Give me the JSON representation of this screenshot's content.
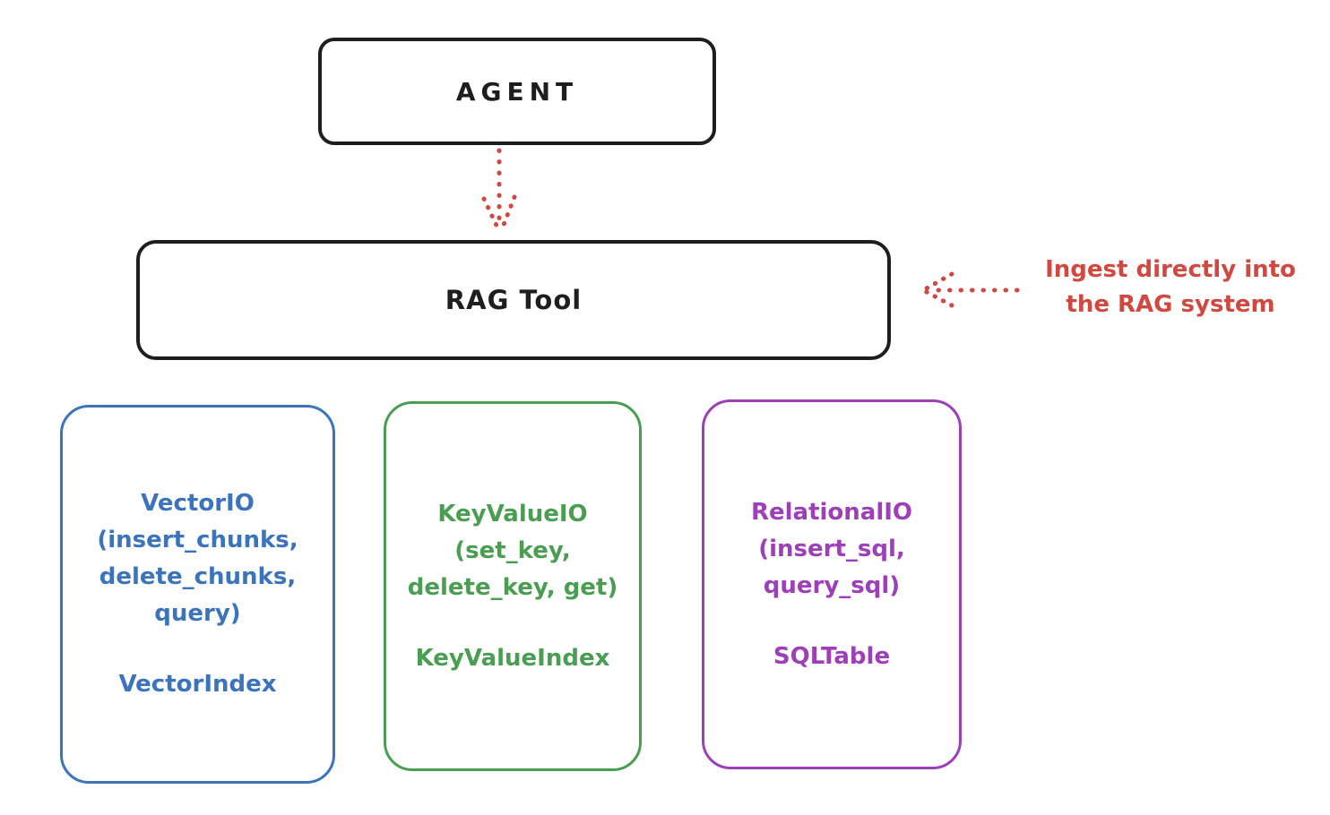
{
  "diagram": {
    "agent": {
      "label": "AGENT"
    },
    "rag_tool": {
      "label": "RAG Tool"
    },
    "annotation": {
      "line1": "Ingest directly into",
      "line2": "the RAG system"
    },
    "io_boxes": [
      {
        "name": "vector-io",
        "lines": [
          "VectorIO",
          "(insert_chunks,",
          "delete_chunks,",
          "query)"
        ],
        "subtitle": "VectorIndex",
        "color": "#3b74bc"
      },
      {
        "name": "keyvalue-io",
        "lines": [
          "KeyValueIO",
          "(set_key,",
          "delete_key, get)"
        ],
        "subtitle": "KeyValueIndex",
        "color": "#4a9e52"
      },
      {
        "name": "relational-io",
        "lines": [
          "RelationalIO",
          "(insert_sql,",
          "query_sql)"
        ],
        "subtitle": "SQLTable",
        "color": "#9c3fb8"
      }
    ],
    "arrows": [
      {
        "name": "agent-to-rag-tool",
        "style": "dotted",
        "direction": "down",
        "color": "#d14841"
      },
      {
        "name": "ingest-into-rag-tool",
        "style": "dotted",
        "direction": "left",
        "color": "#d14841"
      }
    ],
    "colors": {
      "stroke": "#1e1e1e",
      "accent_red": "#d14841",
      "blue": "#3b74bc",
      "green": "#4a9e52",
      "purple": "#9c3fb8",
      "background": "#ffffff"
    }
  }
}
